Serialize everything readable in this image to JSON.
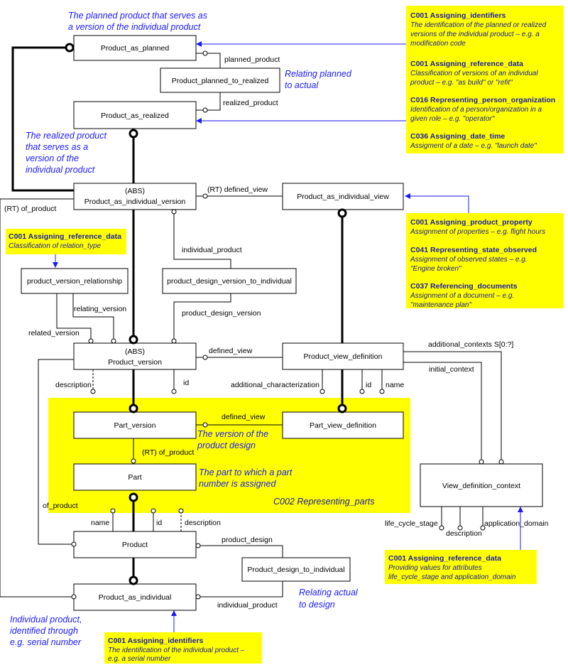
{
  "entities": {
    "product_as_planned": "Product_as_planned",
    "product_planned_to_realized": "Product_planned_to_realized",
    "product_as_realized": "Product_as_realized",
    "piv_abs": "(ABS)",
    "piv_name": "Product_as_individual_version",
    "product_as_individual_view": "Product_as_individual_view",
    "product_version_relationship": "product_version_relationship",
    "pdv_to_individual": "product_design_version_to_individual",
    "pv_abs": "(ABS)",
    "pv_name": "Product_version",
    "product_view_definition": "Product_view_definition",
    "part_version": "Part_version",
    "part_view_definition": "Part_view_definition",
    "part": "Part",
    "view_definition_context": "View_definition_context",
    "product": "Product",
    "product_design_to_individual": "Product_design_to_individual",
    "product_as_individual": "Product_as_individual"
  },
  "labels": {
    "planned_product": "planned_product",
    "realized_product": "realized_product",
    "rt_defined_view": "(RT) defined_view",
    "rt_of_product_left": "(RT) of_product",
    "individual_product_1": "individual_product",
    "relating_version": "relating_version",
    "related_version": "related_version",
    "product_design_version": "product_design_version",
    "defined_view_1": "defined_view",
    "additional_contexts": "additional_contexts S[0:?]",
    "initial_context": "initial_context",
    "description_1": "description",
    "id_1": "id",
    "additional_characterization": "additional_characterization",
    "id_2": "id",
    "name_1": "name",
    "defined_view_2": "defined_view",
    "rt_of_product_part": "(RT) of_product",
    "of_product": "of_product",
    "name_2": "name",
    "id_3": "id",
    "description_2": "description",
    "product_design": "product_design",
    "individual_product_2": "individual_product",
    "life_cycle_stage": "life_cycle_stage",
    "description_3": "description",
    "application_domain": "application_domain"
  },
  "annotations": {
    "planned_line1": "The planned product that serves as",
    "planned_line2": "a version of the individual product",
    "relating_line1": "Relating planned",
    "relating_line2": "to actual",
    "realized_line1": "The realized product",
    "realized_line2": "that serves as a",
    "realized_line3": "version of the",
    "realized_line4": "individual product",
    "version_line1": "The version of the",
    "version_line2": "product design",
    "part_line1": "The part to which a part",
    "part_line2": "number is assigned",
    "c002": "C002 Representing_parts",
    "relating_design_line1": "Relating actual",
    "relating_design_line2": "to design",
    "individual_line1": "Individual product,",
    "individual_line2": "identified through",
    "individual_line3": "e.g. serial number"
  },
  "notes": {
    "top_right": {
      "t1": "C001 Assigning_identifiers",
      "b1a": "The identification of the planned or realized",
      "b1b": "versions of the individual product – e.g. a",
      "b1c": "modification code",
      "t2": "C001 Assigning_reference_data",
      "b2a": "Classification of versions of an individual",
      "b2b": "product – e.g. \"as build\" or \"refit\"",
      "t3": "C016 Representing_person_organization",
      "b3a": "Identification of a person/organization in a",
      "b3b": "given role – e.g. \"operator\"",
      "t4": "C036 Assigning_date_time",
      "b4a": "Assigment of a date – e.g. \"launch date\""
    },
    "mid_right": {
      "t1": "C001 Assigning_product_property",
      "b1a": "Assignment of properties – e.g. flight hours",
      "t2": "C041 Representing_state_observed",
      "b2a": "Assignment of observed states – e.g.",
      "b2b": "\"Engine broken\"",
      "t3": "C037 Referencing_documents",
      "b3a": "Assignment of a document – e.g.",
      "b3b": "\"maintenance plan\""
    },
    "left_small": {
      "t1": "C001 Assigning_reference_data",
      "b1a": "Classification of relation_type"
    },
    "bottom_right": {
      "t1": "C001 Assigning_reference_data",
      "b1a": "Providing values for attributes",
      "b1b": "life_cycle_stage and application_domain"
    },
    "bottom": {
      "t1": "C001 Assigning_identifiers",
      "b1a": "The identification of the individual product –",
      "b1b": "e.g. a serial number"
    }
  },
  "colors": {
    "note_fill": "#ffff00",
    "annotation_blue": "#1a1aff",
    "note_text": "#1a1aaa"
  }
}
